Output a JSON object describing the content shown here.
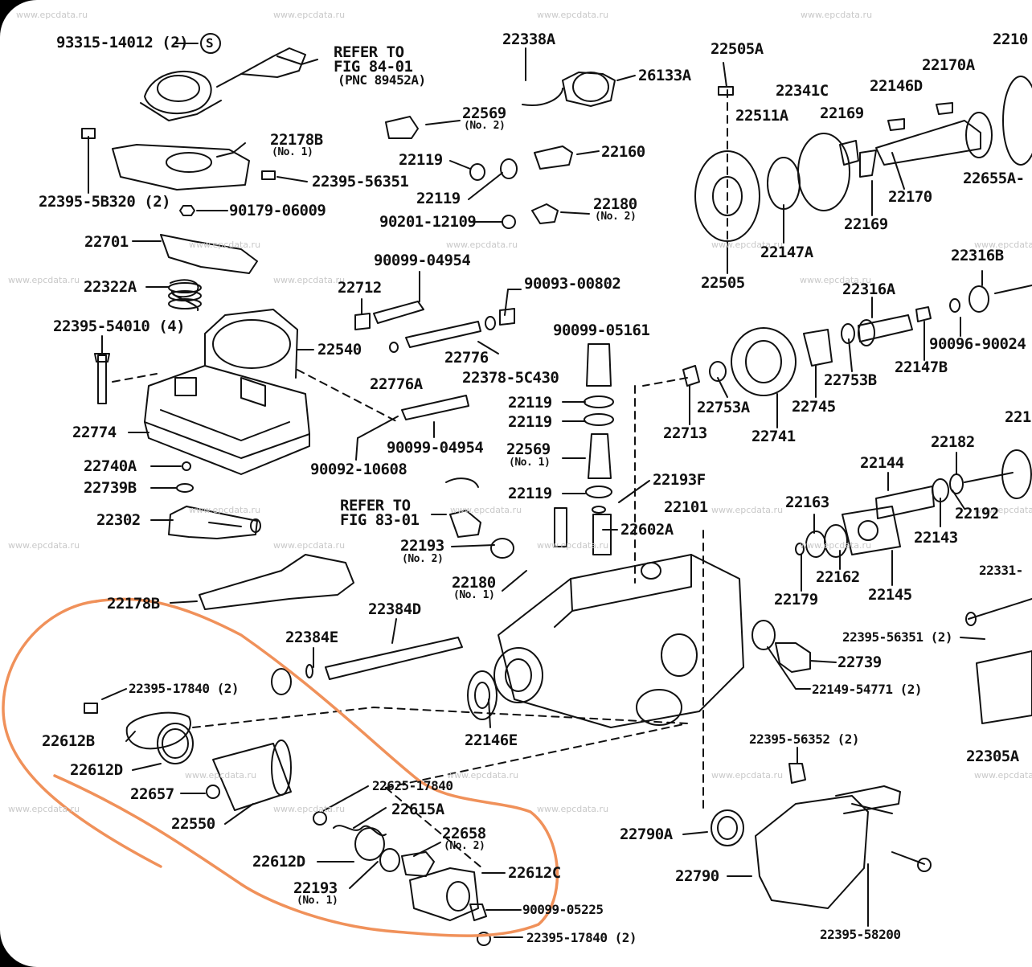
{
  "watermark": "www.epcdata.ru",
  "colors": {
    "annotation": "#f0915a",
    "ink": "#111111",
    "background": "#ffffff"
  },
  "labels": {
    "p93315": "93315-14012 (2)",
    "s_mark": "S",
    "refer84_1": "REFER TO",
    "refer84_2": "FIG 84-01",
    "refer84_3": "(PNC 89452A)",
    "p22338A": "22338A",
    "p26133A": "26133A",
    "p22505A": "22505A",
    "p2210": "2210",
    "p22170A": "22170A",
    "p22341C": "22341C",
    "p22146D": "22146D",
    "p22511A": "22511A",
    "p22169a": "22169",
    "p22178B_1": "22178B",
    "no1a": "(No. 1)",
    "p22395_56351a": "22395-56351",
    "p22395_5B320": "22395-5B320 (2)",
    "p90179": "90179-06009",
    "p22569a": "22569",
    "no2a": "(No. 2)",
    "p22119a": "22119",
    "p22160": "22160",
    "p22119b": "22119",
    "p22180a": "22180",
    "no2b": "(No. 2)",
    "p90201": "90201-12109",
    "p22170": "22170",
    "p22655A": "22655A-",
    "p22169b": "22169",
    "p22147A": "22147A",
    "p22505": "22505",
    "p22701": "22701",
    "p22322A": "22322A",
    "p22395_54010": "22395-54010 (4)",
    "p90099_04954a": "90099-04954",
    "p22712": "22712",
    "p90093": "90093-00802",
    "p22316B": "22316B",
    "p22316A": "22316A",
    "p22540": "22540",
    "p22776": "22776",
    "p22378": "22378-5C430",
    "p22776A": "22776A",
    "p90099_05161": "90099-05161",
    "p90096": "90096-90024",
    "p22147B": "22147B",
    "p22753B": "22753B",
    "p22119c": "22119",
    "p22119d": "22119",
    "p22753A": "22753A",
    "p22745": "22745",
    "p22713": "22713",
    "p22741": "22741",
    "p221": "221",
    "p22774": "22774",
    "p90092": "90092-10608",
    "p90099_04954b": "90099-04954",
    "p22569b": "22569",
    "no1b": "(No. 1)",
    "p22182": "22182",
    "p22740A": "22740A",
    "p22739B": "22739B",
    "p22144": "22144",
    "p22119e": "22119",
    "p22193F": "22193F",
    "refer83_1": "REFER TO",
    "refer83_2": "FIG 83-01",
    "p22101": "22101",
    "p22163": "22163",
    "p22192": "22192",
    "p22302": "22302",
    "p22602A": "22602A",
    "p22143": "22143",
    "p22193a": "22193",
    "no2c": "(No. 2)",
    "p22331": "22331-",
    "p22162": "22162",
    "p22180b": "22180",
    "no1c": "(No. 1)",
    "p22179": "22179",
    "p22145": "22145",
    "p22178B_2": "22178B",
    "p22384D": "22384D",
    "p22384E": "22384E",
    "p22395_56351b": "22395-56351 (2)",
    "p22739": "22739",
    "p22395_17840a": "22395-17840 (2)",
    "p22149": "22149-54771 (2)",
    "p22612B": "22612B",
    "p22146E": "22146E",
    "p22612Da": "22612D",
    "p22395_56352": "22395-56352 (2)",
    "p22305A": "22305A",
    "p22657": "22657",
    "p22625": "22625-17840",
    "p22615A": "22615A",
    "p22550": "22550",
    "p22790A": "22790A",
    "p22658": "22658",
    "no2d": "(No. 2)",
    "p22612Db": "22612D",
    "p22612C": "22612C",
    "p22790": "22790",
    "p22193b": "22193",
    "no1d": "(No. 1)",
    "p90099_05225": "90099-05225",
    "p22395_17840b": "22395-17840 (2)",
    "p22395_58200": "22395-58200"
  }
}
